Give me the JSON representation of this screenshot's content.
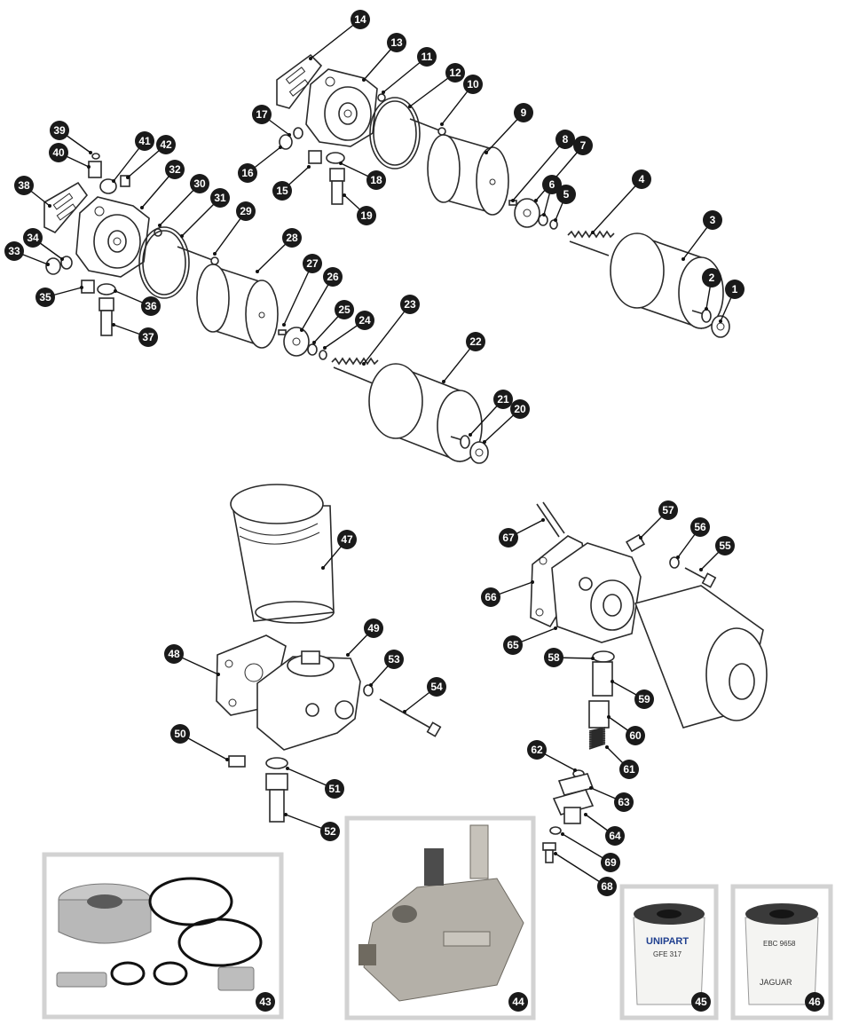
{
  "callouts": [
    "1",
    "2",
    "3",
    "4",
    "5",
    "6",
    "7",
    "8",
    "9",
    "10",
    "11",
    "12",
    "13",
    "14",
    "15",
    "16",
    "17",
    "18",
    "19",
    "20",
    "21",
    "22",
    "23",
    "24",
    "25",
    "26",
    "27",
    "28",
    "29",
    "30",
    "31",
    "32",
    "33",
    "34",
    "35",
    "36",
    "37",
    "38",
    "39",
    "40",
    "41",
    "42",
    "43",
    "44",
    "45",
    "46",
    "47",
    "48",
    "49",
    "50",
    "51",
    "52",
    "53",
    "54",
    "55",
    "56",
    "57",
    "58",
    "59",
    "60",
    "61",
    "62",
    "63",
    "64",
    "65",
    "66",
    "67",
    "68",
    "69"
  ],
  "filter_labels": {
    "unipart_brand": "UNIPART",
    "unipart_code": "GFE 317",
    "jaguar_code": "EBC 9658",
    "jaguar_brand": "JAGUAR"
  },
  "colors": {
    "callout_fill": "#1a1a1a",
    "frame_stroke": "#d2d2d2",
    "unipart_blue": "#1f3f8f"
  }
}
